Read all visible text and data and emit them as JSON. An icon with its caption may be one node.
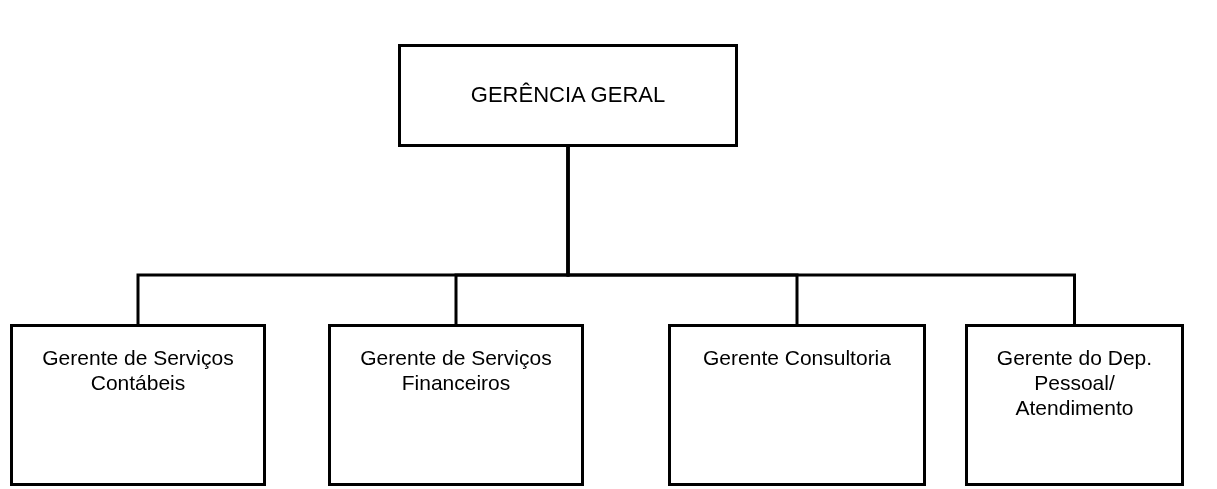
{
  "diagram": {
    "nodes": [
      {
        "text": [
          "GERÊNCIA GERAL"
        ]
      },
      {
        "text": [
          "Gerente de Serviços Contábeis"
        ]
      },
      {
        "text": [
          "Gerente de Serviços Financeiros"
        ]
      },
      {
        "text": [
          "Gerente Consultoria"
        ]
      },
      {
        "text": [
          "Gerente do Dep. Pessoal/ Atendimento"
        ]
      }
    ],
    "edges": [
      {
        "from": 0,
        "to": 1,
        "arrow": "none"
      },
      {
        "from": 0,
        "to": 2,
        "arrow": "none"
      },
      {
        "from": 0,
        "to": 3,
        "arrow": "none"
      },
      {
        "from": 0,
        "to": 4,
        "arrow": "none"
      }
    ]
  }
}
